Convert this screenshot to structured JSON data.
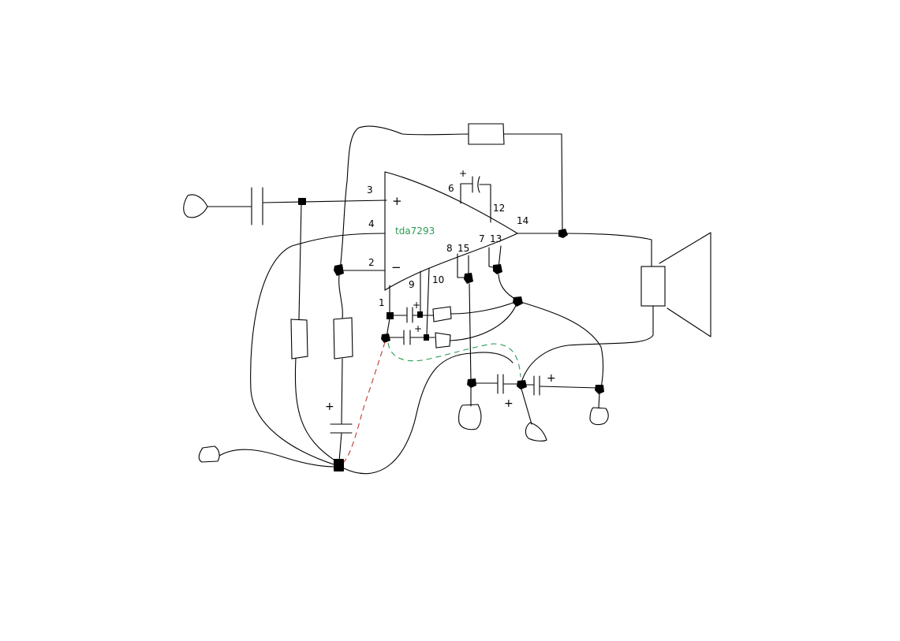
{
  "chip": {
    "name": "tda7293",
    "name_color": "#2e9b57"
  },
  "pins": {
    "p1": "1",
    "p2": "2",
    "p3": "3",
    "p4": "4",
    "p6": "6",
    "p7": "7",
    "p8": "8",
    "p9": "9",
    "p10": "10",
    "p12": "12",
    "p13": "13",
    "p14": "14",
    "p15": "15"
  },
  "signs": {
    "noninv": "+",
    "inv": "−",
    "c6": "+",
    "c9": "+",
    "c10": "+",
    "c_in": "+",
    "c_bot1": "+",
    "c_bot2": "+"
  },
  "colors": {
    "wire": "#000000",
    "dashed_green": "#2e9b57",
    "dashed_red": "#c0392b"
  }
}
